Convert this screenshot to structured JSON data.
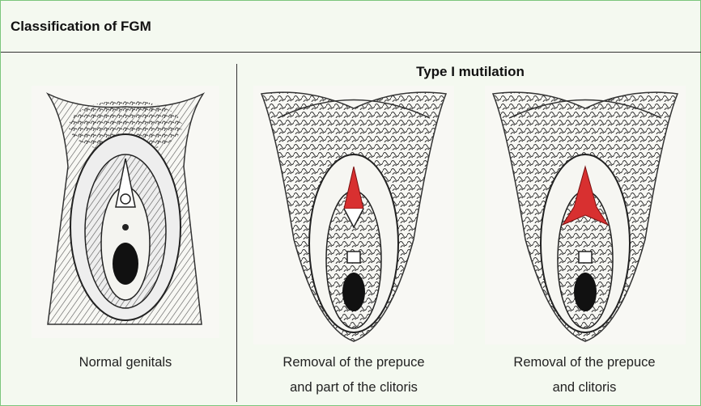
{
  "box": {
    "title": "Classification of FGM",
    "accent_color": "#7cc67c",
    "background_color": "#f4f9f0"
  },
  "section": {
    "heading": "Type I mutilation"
  },
  "panels": [
    {
      "illustration": "normal-anatomy-drawing",
      "caption_lines": [
        "Normal genitals"
      ]
    },
    {
      "illustration": "type-1a-drawing",
      "highlight_color": "#d83030",
      "caption_lines": [
        "Removal of the prepuce",
        "and part of the clitoris"
      ]
    },
    {
      "illustration": "type-1b-drawing",
      "highlight_color": "#d83030",
      "caption_lines": [
        "Removal of the prepuce",
        "and clitoris"
      ]
    }
  ]
}
